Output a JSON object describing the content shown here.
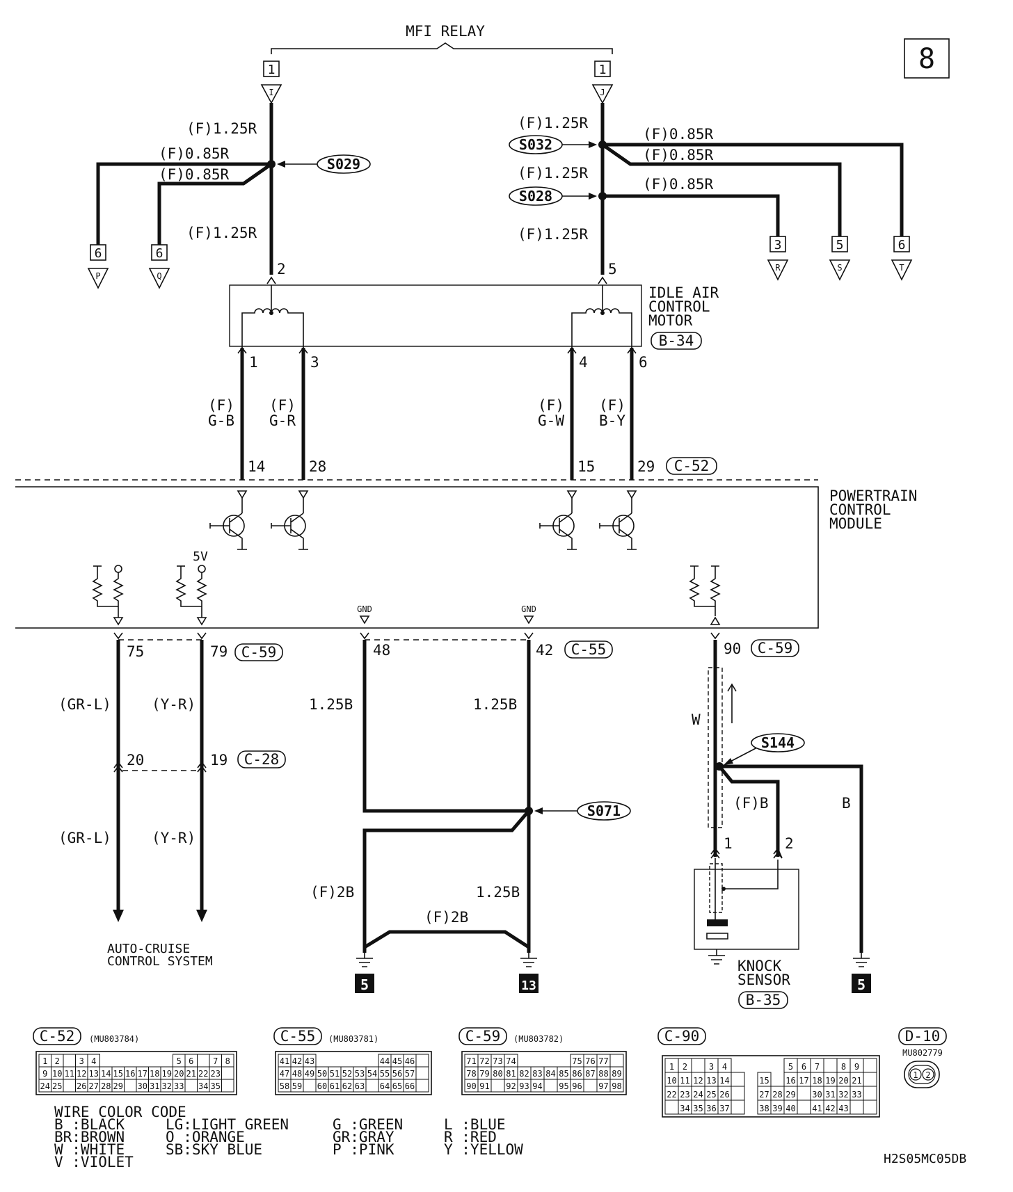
{
  "title": "MFI RELAY",
  "page_number": "8",
  "drawing_code": "H2S05MC05DB",
  "top_connectors": [
    {
      "id": "relay-left",
      "number": "1",
      "letter": "I"
    },
    {
      "id": "relay-right",
      "number": "1",
      "letter": "J"
    },
    {
      "id": "off-p",
      "number": "6",
      "letter": "P"
    },
    {
      "id": "off-q",
      "number": "6",
      "letter": "Q"
    },
    {
      "id": "off-r",
      "number": "3",
      "letter": "R"
    },
    {
      "id": "off-s",
      "number": "5",
      "letter": "S"
    },
    {
      "id": "off-t",
      "number": "6",
      "letter": "T"
    }
  ],
  "splices": [
    "S029",
    "S032",
    "S028",
    "S144",
    "S071"
  ],
  "wire_labels": {
    "f125r": "(F)1.25R",
    "f085r": "(F)0.85R",
    "gb": "G-B",
    "gr": "G-R",
    "gw": "G-W",
    "by": "B-Y",
    "f": "(F)",
    "grl": "(GR-L)",
    "yr": "(Y-R)",
    "b125": "1.25B",
    "f2b": "(F)2B",
    "w": "W",
    "fb": "(F)B",
    "b": "B"
  },
  "pins": {
    "p2": "2",
    "p5": "5",
    "p1": "1",
    "p3": "3",
    "p4": "4",
    "p6": "6",
    "p14": "14",
    "p28": "28",
    "p15": "15",
    "p29": "29",
    "p75": "75",
    "p79": "79",
    "p48": "48",
    "p42": "42",
    "p90": "90",
    "p20": "20",
    "p19": "19",
    "k1": "1",
    "k2": "2"
  },
  "components": {
    "iac": [
      "IDLE AIR",
      "CONTROL",
      "MOTOR"
    ],
    "iac_ref": "B-34",
    "pcm": [
      "POWERTRAIN",
      "CONTROL",
      "MODULE"
    ],
    "knock": [
      "KNOCK",
      "SENSOR"
    ],
    "knock_ref": "B-35",
    "cruise": [
      "AUTO-CRUISE",
      "CONTROL SYSTEM"
    ]
  },
  "connector_refs": {
    "c52": "C-52",
    "c59": "C-59",
    "c55": "C-55",
    "c28": "C-28"
  },
  "supply_labels": {
    "v5": "5V",
    "gnd": "GND"
  },
  "grounds": {
    "g_left": "5",
    "g_mid": "13",
    "g_right": "5"
  },
  "connector_faces": [
    {
      "id": "C-52",
      "part": "(MU803784)"
    },
    {
      "id": "C-55",
      "part": "(MU803781)"
    },
    {
      "id": "C-59",
      "part": "(MU803782)"
    },
    {
      "id": "C-90",
      "part": ""
    },
    {
      "id": "D-10",
      "part": "MU802779"
    }
  ],
  "wire_color_code": {
    "title": "WIRE COLOR CODE",
    "columns": [
      [
        "B :BLACK",
        "BR:BROWN",
        "W :WHITE",
        "V :VIOLET"
      ],
      [
        "LG:LIGHT GREEN",
        "O :ORANGE",
        "SB:SKY BLUE"
      ],
      [
        "G :GREEN",
        "GR:GRAY",
        "P :PINK"
      ],
      [
        "L :BLUE",
        "R :RED",
        "Y :YELLOW"
      ]
    ]
  }
}
